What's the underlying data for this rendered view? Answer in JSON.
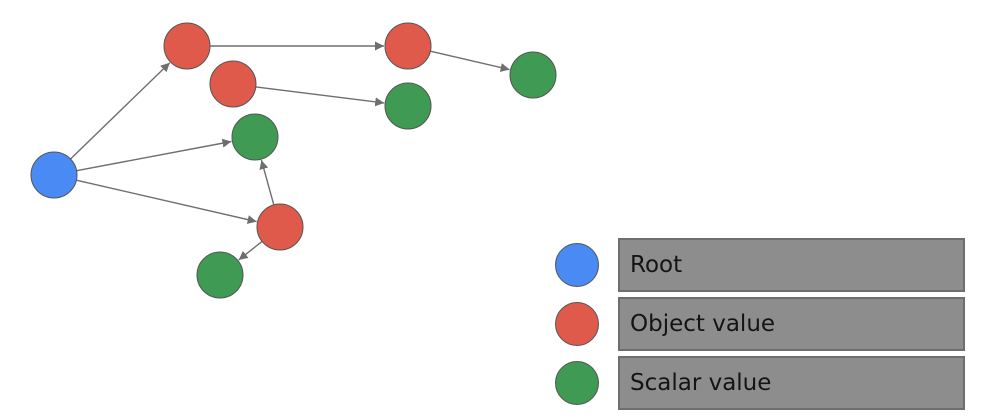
{
  "colors": {
    "root": "#4a8af4",
    "object": "#e05a4b",
    "scalar": "#3f9a53",
    "edge": "#6e6e6e"
  },
  "graph": {
    "nodes": [
      {
        "id": "root",
        "kind": "root"
      },
      {
        "id": "obj-a",
        "kind": "object"
      },
      {
        "id": "obj-b",
        "kind": "object"
      },
      {
        "id": "obj-c",
        "kind": "object"
      },
      {
        "id": "obj-d",
        "kind": "object"
      },
      {
        "id": "scalar-a",
        "kind": "scalar"
      },
      {
        "id": "scalar-b",
        "kind": "scalar"
      },
      {
        "id": "scalar-c",
        "kind": "scalar"
      },
      {
        "id": "scalar-d",
        "kind": "scalar"
      }
    ],
    "edges": [
      {
        "from": "root",
        "to": "obj-a"
      },
      {
        "from": "obj-a",
        "to": "obj-c"
      },
      {
        "from": "obj-c",
        "to": "scalar-c"
      },
      {
        "from": "obj-b",
        "to": "scalar-b"
      },
      {
        "from": "root",
        "to": "scalar-a"
      },
      {
        "from": "root",
        "to": "obj-d"
      },
      {
        "from": "obj-d",
        "to": "scalar-a"
      },
      {
        "from": "obj-d",
        "to": "scalar-d"
      }
    ]
  },
  "legend": {
    "items": [
      {
        "kind": "root",
        "label": "Root"
      },
      {
        "kind": "object",
        "label": "Object value"
      },
      {
        "kind": "scalar",
        "label": "Scalar value"
      }
    ]
  }
}
